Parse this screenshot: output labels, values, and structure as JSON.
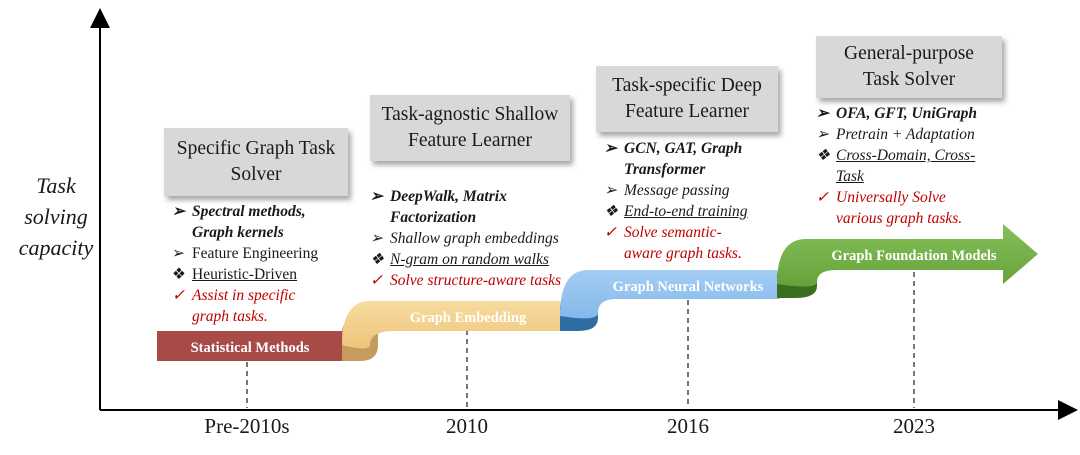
{
  "axis": {
    "ylabel_lines": [
      "Task",
      "solving",
      "capacity"
    ],
    "ticks": [
      "Pre-2010s",
      "2010",
      "2016",
      "2023"
    ]
  },
  "stages": [
    {
      "label": "Statistical Methods",
      "color": "#a84a46"
    },
    {
      "label": "Graph Embedding",
      "color": "#f2cf8a"
    },
    {
      "label": "Graph Neural Networks",
      "color": "#8fc0ee"
    },
    {
      "label": "Graph Foundation Models",
      "color": "#72ad46"
    }
  ],
  "eras": [
    {
      "title_lines": [
        "Specific Graph Task",
        "Solver"
      ],
      "items": [
        {
          "marker": "➢",
          "lines": [
            "Spectral methods,",
            "Graph kernels"
          ],
          "style": "bold"
        },
        {
          "marker": "➢",
          "lines": [
            "Feature Engineering"
          ],
          "style": "plain"
        },
        {
          "marker": "❖",
          "lines": [
            "Heuristic-Driven"
          ],
          "style": "underline"
        },
        {
          "marker": "✓",
          "lines": [
            "Assist in specific",
            "graph tasks."
          ],
          "style": "red"
        }
      ]
    },
    {
      "title_lines": [
        "Task-agnostic Shallow",
        "Feature Learner"
      ],
      "items": [
        {
          "marker": "➢",
          "lines": [
            "DeepWalk, Matrix",
            "Factorization"
          ],
          "style": "bold"
        },
        {
          "marker": "➢",
          "lines": [
            "Shallow graph embeddings"
          ],
          "style": "italic"
        },
        {
          "marker": "❖",
          "lines": [
            "N-gram on random walks"
          ],
          "style": "italic-underline"
        },
        {
          "marker": "✓",
          "lines": [
            "Solve structure-aware tasks"
          ],
          "style": "red"
        }
      ]
    },
    {
      "title_lines": [
        "Task-specific Deep",
        "Feature Learner"
      ],
      "items": [
        {
          "marker": "➢",
          "lines": [
            "GCN, GAT, Graph",
            "Transformer"
          ],
          "style": "bold"
        },
        {
          "marker": "➢",
          "lines": [
            "Message passing"
          ],
          "style": "italic"
        },
        {
          "marker": "❖",
          "lines": [
            "End-to-end training"
          ],
          "style": "italic-underline"
        },
        {
          "marker": "✓",
          "lines": [
            "Solve semantic-",
            "aware graph tasks."
          ],
          "style": "red"
        }
      ]
    },
    {
      "title_lines": [
        "General-purpose",
        "Task Solver"
      ],
      "items": [
        {
          "marker": "➢",
          "lines": [
            "OFA, GFT, UniGraph"
          ],
          "style": "bold"
        },
        {
          "marker": "➢",
          "lines": [
            "Pretrain + Adaptation"
          ],
          "style": "italic"
        },
        {
          "marker": "❖",
          "lines": [
            "Cross-Domain, Cross-",
            "Task"
          ],
          "style": "italic-underline"
        },
        {
          "marker": "✓",
          "lines": [
            "Universally Solve",
            "various graph tasks."
          ],
          "style": "red"
        }
      ]
    }
  ]
}
